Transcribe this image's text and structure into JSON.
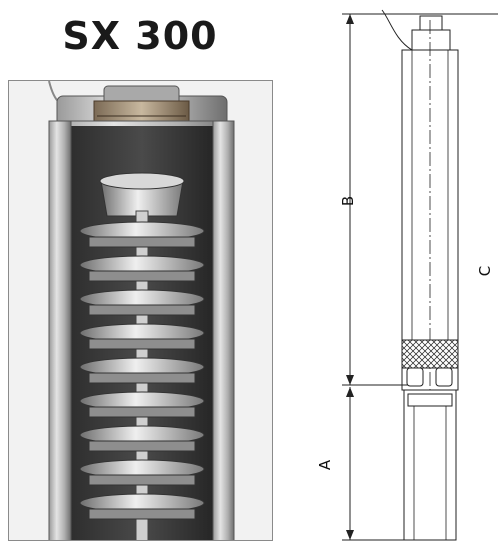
{
  "title": "SX 300",
  "dimensions": {
    "a": "A",
    "b": "B",
    "c": "C"
  },
  "colors": {
    "metal_light": "#c9c9c9",
    "metal_dark": "#5a5a5a",
    "outline": "#222222"
  }
}
